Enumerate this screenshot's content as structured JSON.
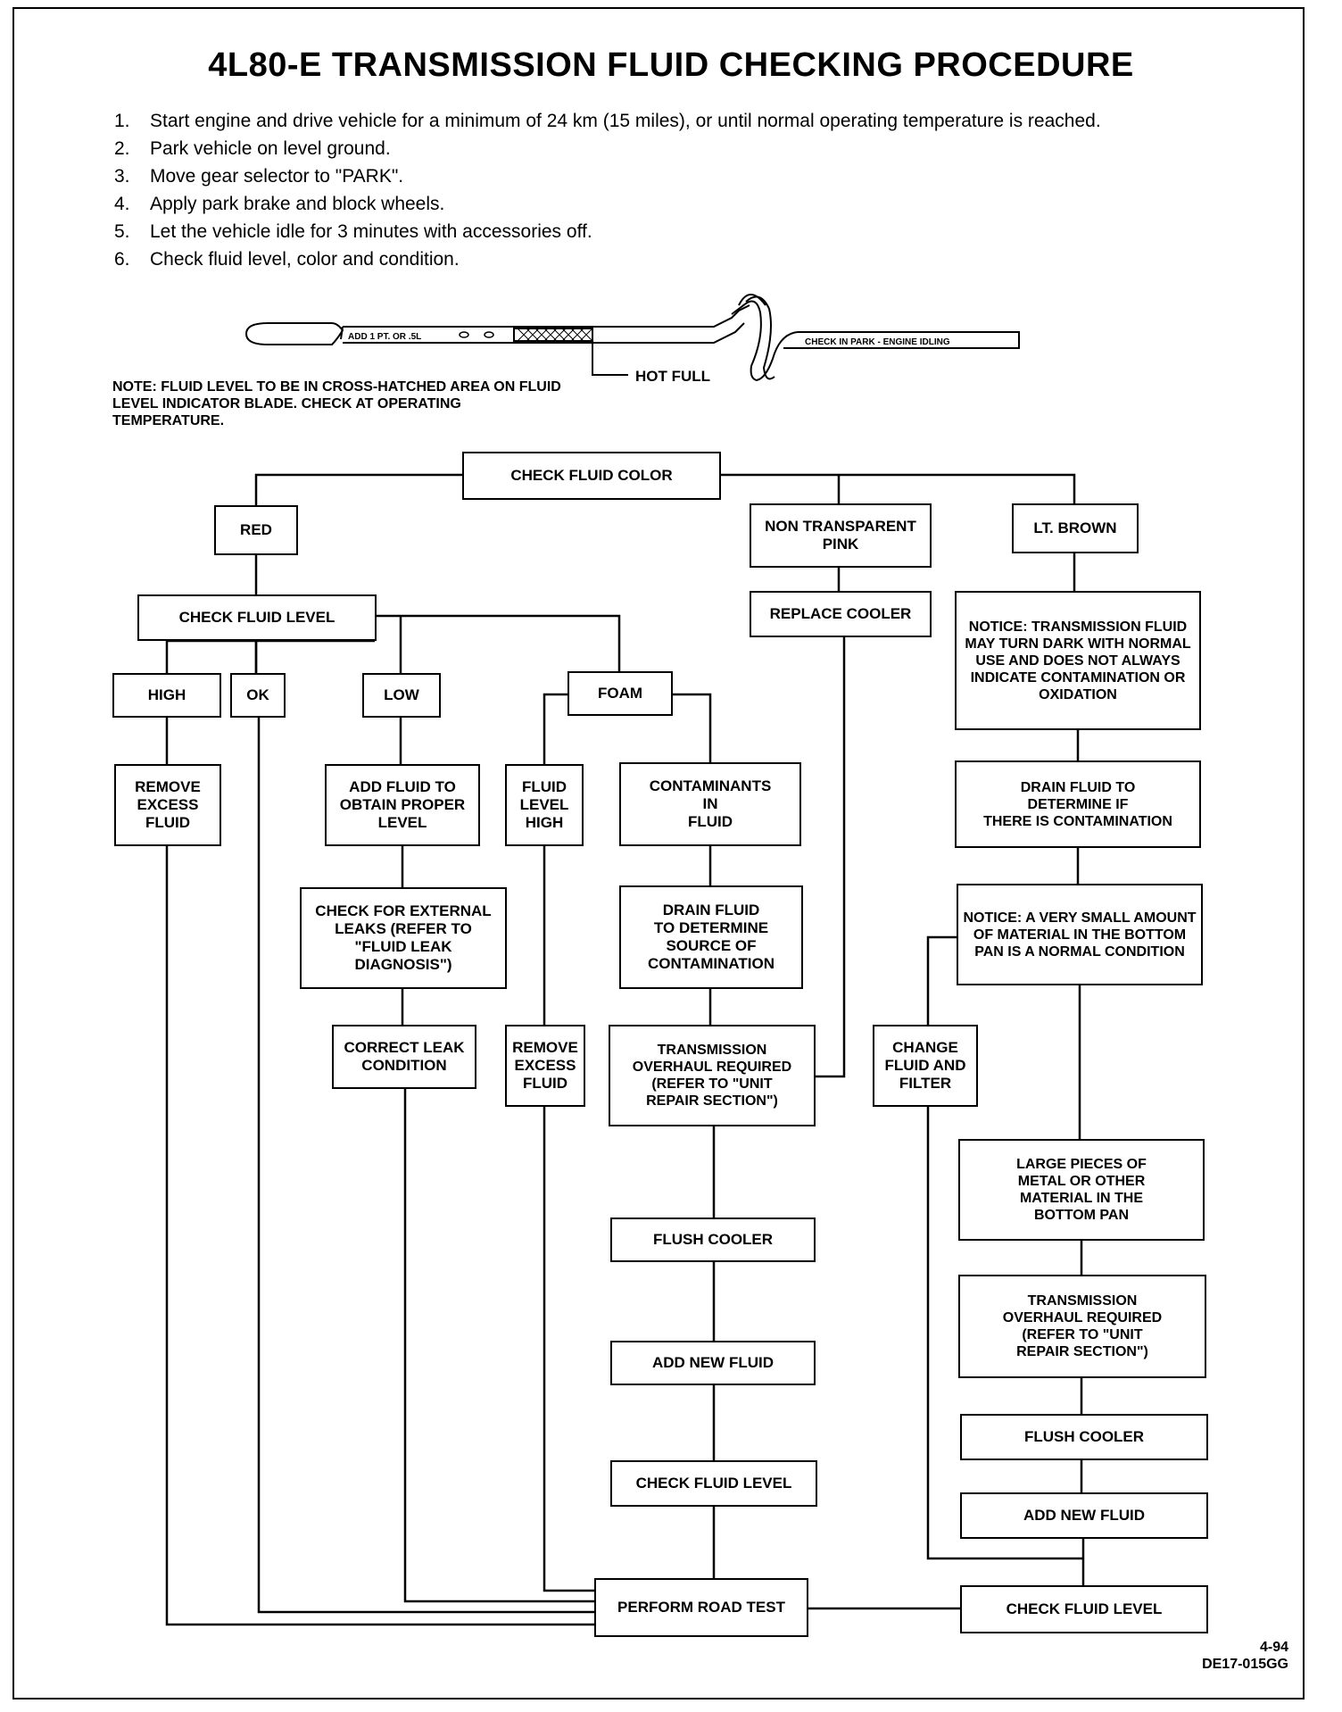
{
  "title": "4L80-E TRANSMISSION FLUID CHECKING PROCEDURE",
  "steps": [
    {
      "num": "1.",
      "text": "Start engine and drive vehicle for a minimum of 24 km (15 miles), or until normal operating temperature is reached."
    },
    {
      "num": "2.",
      "text": "Park vehicle on level ground."
    },
    {
      "num": "3.",
      "text": "Move gear selector to \"PARK\"."
    },
    {
      "num": "4.",
      "text": "Apply park brake and block wheels."
    },
    {
      "num": "5.",
      "text": "Let the vehicle idle for 3 minutes with accessories off."
    },
    {
      "num": "6.",
      "text": "Check fluid level, color and condition."
    }
  ],
  "dipstick": {
    "add_label": "ADD 1 PT. OR .5L",
    "check_label": "CHECK IN PARK - ENGINE IDLING",
    "hot_full": "HOT FULL"
  },
  "note": "NOTE: FLUID LEVEL TO BE IN CROSS-HATCHED AREA ON FLUID LEVEL INDICATOR BLADE. CHECK AT OPERATING TEMPERATURE.",
  "flow": {
    "check_fluid_color": "CHECK FLUID COLOR",
    "red": "RED",
    "non_transparent_pink": "NON TRANSPARENT\nPINK",
    "lt_brown": "LT. BROWN",
    "check_fluid_level": "CHECK FLUID LEVEL",
    "replace_cooler": "REPLACE COOLER",
    "notice1_label": "NOTICE:",
    "notice1_text": " TRANSMISSION FLUID MAY TURN DARK WITH NORMAL USE AND DOES NOT ALWAYS INDICATE CONTAMINATION OR OXIDATION",
    "high": "HIGH",
    "ok": "OK",
    "low": "LOW",
    "foam": "FOAM",
    "remove_excess_fluid": "REMOVE\nEXCESS\nFLUID",
    "add_fluid_proper": "ADD FLUID TO\nOBTAIN PROPER\nLEVEL",
    "fluid_level_high": "FLUID\nLEVEL\nHIGH",
    "contaminants_in_fluid": "CONTAMINANTS\nIN\nFLUID",
    "drain_fluid_determine": "DRAIN FLUID TO\nDETERMINE IF\nTHERE IS CONTAMINATION",
    "check_external_leaks": "CHECK FOR EXTERNAL\nLEAKS (REFER TO\n\"FLUID LEAK\nDIAGNOSIS\")",
    "drain_fluid_source": "DRAIN FLUID\nTO DETERMINE\nSOURCE OF\nCONTAMINATION",
    "notice2_label": "NOTICE:",
    "notice2_text": " A VERY SMALL AMOUNT OF MATERIAL IN THE BOTTOM PAN IS A NORMAL CONDITION",
    "correct_leak": "CORRECT LEAK\nCONDITION",
    "remove_excess_fluid2": "REMOVE\nEXCESS\nFLUID",
    "overhaul1": "TRANSMISSION\nOVERHAUL REQUIRED\n(REFER TO \"UNIT\nREPAIR SECTION\")",
    "change_fluid_filter": "CHANGE\nFLUID AND\nFILTER",
    "large_pieces": "LARGE PIECES OF\nMETAL OR OTHER\nMATERIAL IN THE\nBOTTOM PAN",
    "flush_cooler1": "FLUSH COOLER",
    "overhaul2": "TRANSMISSION\nOVERHAUL REQUIRED\n(REFER TO \"UNIT\nREPAIR SECTION\")",
    "add_new_fluid1": "ADD NEW FLUID",
    "flush_cooler2": "FLUSH COOLER",
    "check_fluid_level2": "CHECK FLUID LEVEL",
    "add_new_fluid2": "ADD NEW FLUID",
    "perform_road_test": "PERFORM ROAD TEST",
    "check_fluid_level3": "CHECK FLUID LEVEL"
  },
  "footer": {
    "page": "4-94",
    "code": "DE17-015GG"
  }
}
